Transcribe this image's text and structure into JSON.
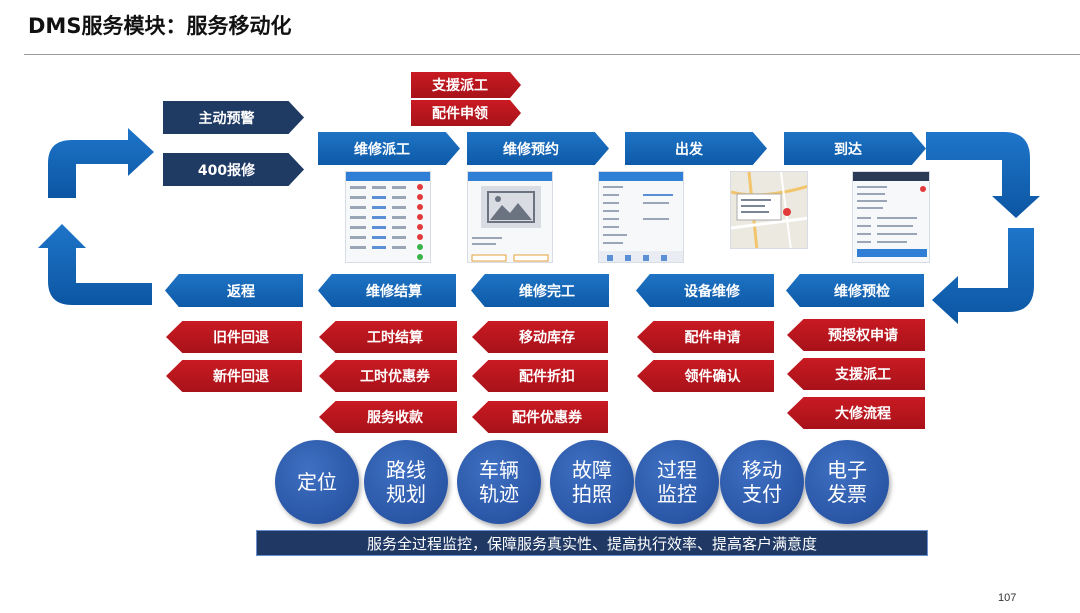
{
  "title": "DMS服务模块：服务移动化",
  "page_number": "107",
  "colors": {
    "blue": "#0d5aa8",
    "red": "#b7151d",
    "navy": "#1f3a63",
    "circle": "#2a56a6",
    "banner": "#1f3864"
  },
  "triggers": {
    "proactive_alert": "主动预警",
    "hotline_repair": "400报修"
  },
  "top_red": {
    "support_dispatch": "支援派工",
    "parts_request": "配件申领"
  },
  "top_row": {
    "repair_dispatch": "维修派工",
    "repair_booking": "维修预约",
    "depart": "出发",
    "arrive": "到达"
  },
  "bottom_row": {
    "return_trip": "返程",
    "repair_settlement": "维修结算",
    "repair_done": "维修完工",
    "equipment_repair": "设备维修",
    "repair_precheck": "维修预检"
  },
  "col_return": [
    "旧件回退",
    "新件回退"
  ],
  "col_settlement": [
    "工时结算",
    "工时优惠券",
    "服务收款"
  ],
  "col_done": [
    "移动库存",
    "配件折扣",
    "配件优惠券"
  ],
  "col_equipment": [
    "配件申请",
    "领件确认"
  ],
  "col_precheck": [
    "预授权申请",
    "支援派工",
    "大修流程"
  ],
  "circles": [
    {
      "line1": "定位",
      "line2": ""
    },
    {
      "line1": "路线",
      "line2": "规划"
    },
    {
      "line1": "车辆",
      "line2": "轨迹"
    },
    {
      "line1": "故障",
      "line2": "拍照"
    },
    {
      "line1": "过程",
      "line2": "监控"
    },
    {
      "line1": "移动",
      "line2": "支付"
    },
    {
      "line1": "电子",
      "line2": "发票"
    }
  ],
  "banner": "服务全过程监控，保障服务真实性、提高执行效率、提高客户满意度"
}
